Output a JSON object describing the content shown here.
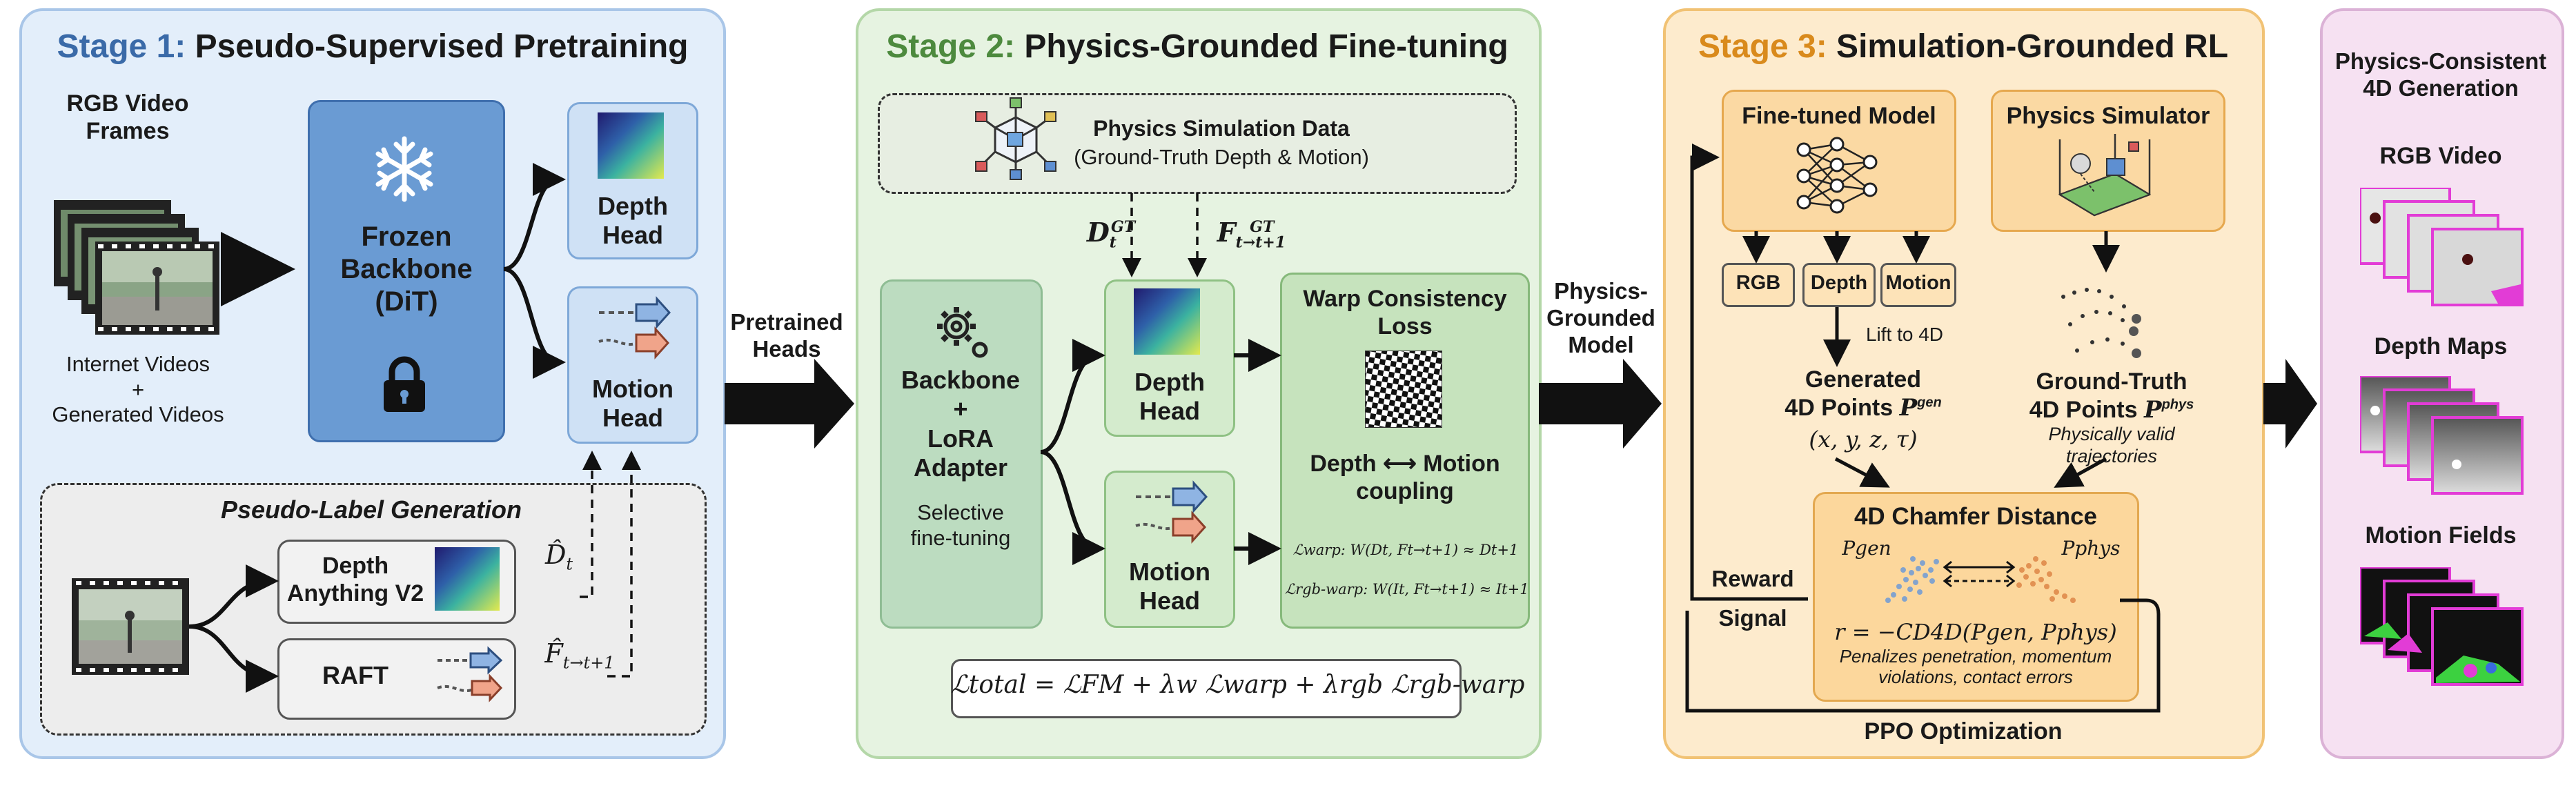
{
  "colors": {
    "stage1": "#3a6aa8",
    "stage2": "#4d8a3e",
    "stage3": "#d98a1c",
    "arrow": "#111111"
  },
  "stage1": {
    "title_num": "Stage 1:",
    "title_text": "Pseudo-Supervised Pretraining",
    "rgb_frames": "RGB Video\nFrames",
    "sources": "Internet Videos\n+\nGenerated Videos",
    "backbone": "Frozen\nBackbone\n(DiT)",
    "depth_head": "Depth\nHead",
    "motion_head": "Motion\nHead",
    "pseudo_title": "Pseudo-Label Generation",
    "depth_anything": "Depth\nAnything V2",
    "raft": "RAFT",
    "d_hat_sym": "D̂",
    "d_hat_sub": "t",
    "f_hat_sym": "F̂",
    "f_hat_sub": "t→t+1",
    "icons": [
      "film-strip-icon",
      "snowflake-icon",
      "lock-icon",
      "flow-arrows-icon"
    ]
  },
  "connector1": "Pretrained\nHeads",
  "stage2": {
    "title_num": "Stage 2:",
    "title_text": "Physics-Grounded Fine-tuning",
    "sim_title": "Physics Simulation Data",
    "sim_sub": "(Ground-Truth Depth & Motion)",
    "dgt_sym": "D",
    "dgt_sub": "t",
    "dgt_sup": "GT",
    "fgt_sym": "F",
    "fgt_sub": "t→t+1",
    "fgt_sup": "GT",
    "backbone": "Backbone\n+\nLoRA\nAdapter",
    "selective": "Selective\nfine-tuning",
    "depth_head": "Depth\nHead",
    "motion_head": "Motion\nHead",
    "warp_title": "Warp Consistency\nLoss",
    "coupling": "Depth ⟷ Motion\ncoupling",
    "warp_eq": "ℒwarp: W(Dt, Ft→t+1) ≈ Dt+1",
    "rgbwarp_eq": "ℒrgb-warp: W(It, Ft→t+1) ≈ It+1",
    "total_eq": "ℒtotal = ℒFM + λw ℒwarp + λrgb ℒrgb-warp",
    "icons": [
      "cube-network-icon",
      "gears-icon",
      "checkerboard-icon"
    ]
  },
  "connector2": "Physics-\nGrounded\nModel",
  "stage3": {
    "title_num": "Stage 3:",
    "title_text": "Simulation-Grounded RL",
    "finetuned": "Fine-tuned Model",
    "simulator": "Physics Simulator",
    "out_rgb": "RGB",
    "out_depth": "Depth",
    "out_motion": "Motion",
    "lift": "Lift to 4D",
    "gen_points": "Generated\n4D Points",
    "gen_sup": "gen",
    "gen_coords": "(x, y, z, τ)",
    "gt_points": "Ground-Truth\n4D Points",
    "gt_sup": "phys",
    "gt_note": "Physically valid\ntrajectories",
    "chamfer_title": "4D Chamfer Distance",
    "pgen_label": "Pgen",
    "pphys_label": "Pphys",
    "reward_eq": "r = −CD4D(Pgen, Pphys)",
    "penalizes": "Penalizes penetration, momentum\nviolations, contact errors",
    "reward": "Reward",
    "signal": "Signal",
    "ppo": "PPO Optimization",
    "icons": [
      "neural-network-icon",
      "physics-box-icon",
      "trajectory-icon"
    ]
  },
  "stage4": {
    "title": "Physics-Consistent\n4D Generation",
    "rgb_video": "RGB Video",
    "depth_maps": "Depth Maps",
    "motion_fields": "Motion Fields"
  }
}
